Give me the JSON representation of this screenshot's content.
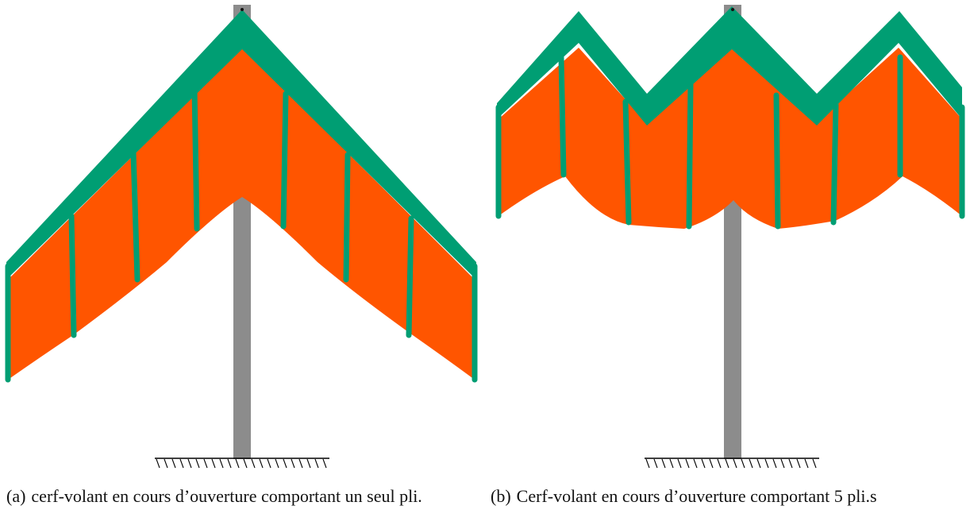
{
  "figures": [
    {
      "tag": "(a)",
      "caption": "cerf-volant en cours d’ouverture comportant un seul pli."
    },
    {
      "tag": "(b)",
      "caption": "Cerf-volant en cours d’ouverture comportant 5 pli.s"
    }
  ],
  "colors": {
    "sail": "#ff5500",
    "frame": "#009e73",
    "mast": "#8c8c8c",
    "ground": "#000000"
  }
}
